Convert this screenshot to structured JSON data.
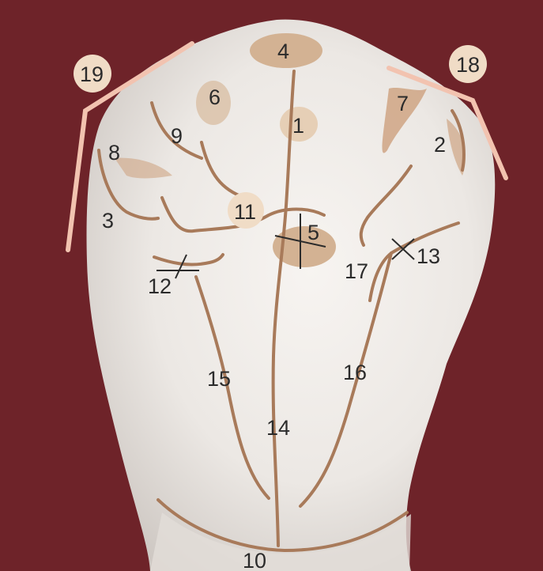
{
  "colors": {
    "background": "#6e2329",
    "tooth": "#ece8e4",
    "tooth_shadow": "#cfc9c4",
    "groove": "#a87a5a",
    "pit": "#d3b293",
    "ridge_line": "#f2c3b0",
    "badge_fill": "#f0dcc6",
    "label": "#2b2b2b"
  },
  "labels": {
    "l1": "1",
    "l2": "2",
    "l3": "3",
    "l4": "4",
    "l5": "5",
    "l6": "6",
    "l7": "7",
    "l8": "8",
    "l9": "9",
    "l10": "10",
    "l11": "11",
    "l12": "12",
    "l13": "13",
    "l14": "14",
    "l15": "15",
    "l16": "16",
    "l17": "17",
    "l18": "18",
    "l19": "19"
  }
}
